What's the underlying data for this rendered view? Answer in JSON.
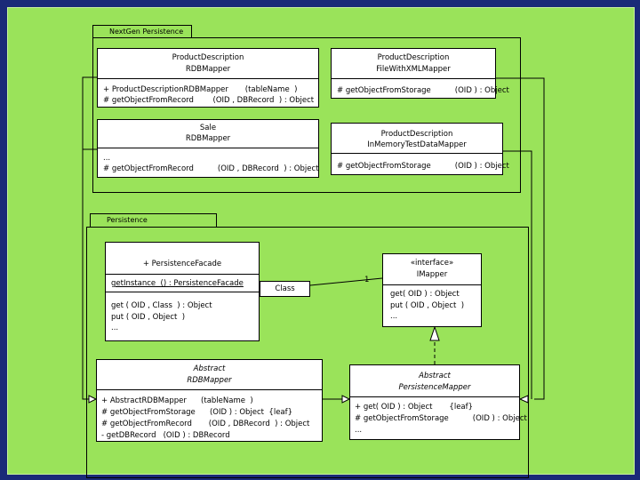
{
  "packages": {
    "nextgen": "NextGen Persistence",
    "persistence": "Persistence"
  },
  "product_rdb": {
    "name1": "ProductDescription",
    "name2": "RDBMapper",
    "op1": "+ ProductDescriptionRDBMapper       (tableName  )",
    "op2": "# getObjectFromRecord        (OID , DBRecord  ) : Object"
  },
  "product_xml": {
    "name1": "ProductDescription",
    "name2": "FileWithXMLMapper",
    "op1": "# getObjectFromStorage          (OID ) : Object"
  },
  "sale_rdb": {
    "name1": "Sale",
    "name2": "RDBMapper",
    "op1": "...",
    "op2": "# getObjectFromRecord          (OID , DBRecord  ) : Object"
  },
  "product_mem": {
    "name1": "ProductDescription",
    "name2": "InMemoryTestDataMapper",
    "op1": "# getObjectFromStorage          (OID ) : Object"
  },
  "facade": {
    "multiplicity": "1",
    "name": "+ PersistenceFacade",
    "attr1": "getInstance  () : PersistenceFacade",
    "op1": "get ( OID , Class  ) : Object",
    "op2": "put ( OID , Object  )",
    "op3": "..."
  },
  "association": {
    "label": "Class",
    "multiplicity": "1"
  },
  "imapper": {
    "stereotype": "«interface»",
    "name": "IMapper",
    "op1": "get( OID ) : Object",
    "op2": "put ( OID , Object  )",
    "op3": "..."
  },
  "abstract_rdb": {
    "name1": "Abstract",
    "name2": "RDBMapper",
    "op1": "+ AbstractRDBMapper      (tableName  )",
    "op2": "# getObjectFromStorage      (OID ) : Object  {leaf}",
    "op3": "# getObjectFromRecord       (OID , DBRecord  ) : Object",
    "op4": "- getDBRecord   (OID ) : DBRecord"
  },
  "abstract_pm": {
    "name1": "Abstract",
    "name2": "PersistenceMapper",
    "op1": "+ get( OID ) : Object       {leaf}",
    "op2": "# getObjectFromStorage          (OID ) : Object",
    "op3": "..."
  }
}
